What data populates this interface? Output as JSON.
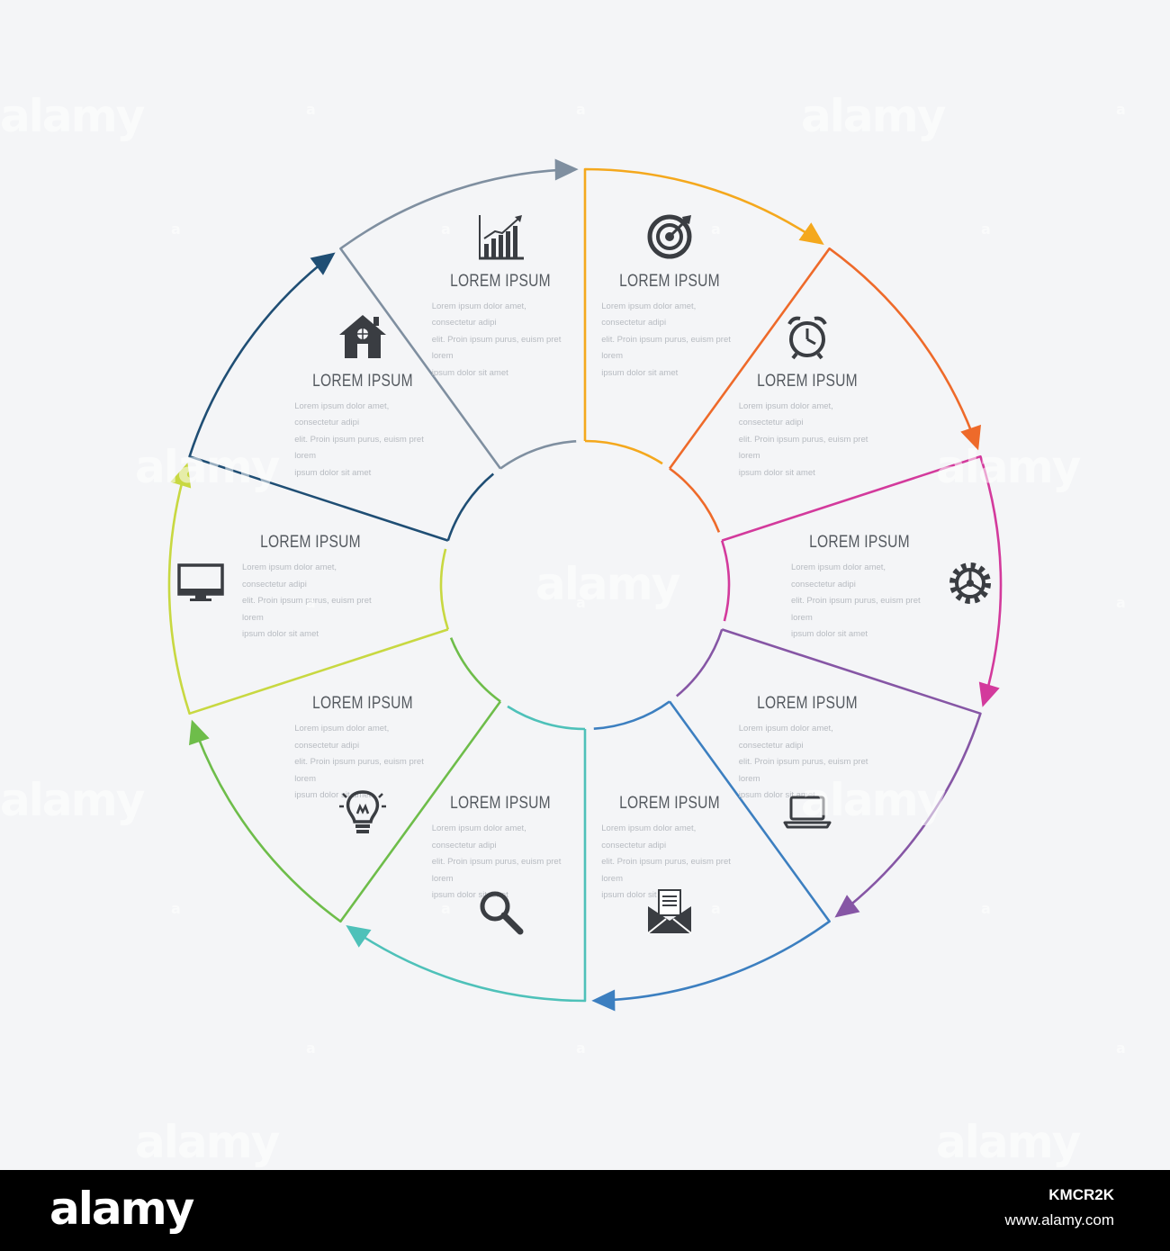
{
  "diagram": {
    "segments": [
      {
        "title": "LOREM IPSUM",
        "body": [
          "Lorem ipsum dolor amet, consectetur adipi",
          "elit. Proin ipsum purus, euism pret lorem",
          "ipsum dolor sit amet"
        ],
        "icon": "target-icon",
        "color": "#f4a81d"
      },
      {
        "title": "LOREM IPSUM",
        "body": [
          "Lorem ipsum dolor amet, consectetur adipi",
          "elit. Proin ipsum purus, euism pret lorem",
          "ipsum dolor sit amet"
        ],
        "icon": "alarm-clock-icon",
        "color": "#ee6a2a"
      },
      {
        "title": "LOREM IPSUM",
        "body": [
          "Lorem ipsum dolor amet, consectetur adipi",
          "elit. Proin ipsum purus, euism pret lorem",
          "ipsum dolor sit amet"
        ],
        "icon": "gear-icon",
        "color": "#d33a9c"
      },
      {
        "title": "LOREM IPSUM",
        "body": [
          "Lorem ipsum dolor amet, consectetur adipi",
          "elit. Proin ipsum purus, euism pret lorem",
          "ipsum dolor sit amet"
        ],
        "icon": "laptop-icon",
        "color": "#8656a5"
      },
      {
        "title": "LOREM IPSUM",
        "body": [
          "Lorem ipsum dolor amet, consectetur adipi",
          "elit. Proin ipsum purus, euism pret lorem",
          "ipsum dolor sit amet"
        ],
        "icon": "mail-icon",
        "color": "#3c7fc0"
      },
      {
        "title": "LOREM IPSUM",
        "body": [
          "Lorem ipsum dolor amet, consectetur adipi",
          "elit. Proin ipsum purus, euism pret lorem",
          "ipsum dolor sit amet"
        ],
        "icon": "magnifier-icon",
        "color": "#4ec1b9"
      },
      {
        "title": "LOREM IPSUM",
        "body": [
          "Lorem ipsum dolor amet, consectetur adipi",
          "elit. Proin ipsum purus, euism pret lorem",
          "ipsum dolor sit amet"
        ],
        "icon": "lightbulb-icon",
        "color": "#6ebd4a"
      },
      {
        "title": "LOREM IPSUM",
        "body": [
          "Lorem ipsum dolor amet, consectetur adipi",
          "elit. Proin ipsum purus, euism pret lorem",
          "ipsum dolor sit amet"
        ],
        "icon": "monitor-icon",
        "color": "#c8d841"
      },
      {
        "title": "LOREM IPSUM",
        "body": [
          "Lorem ipsum dolor amet, consectetur adipi",
          "elit. Proin ipsum purus, euism pret lorem",
          "ipsum dolor sit amet"
        ],
        "icon": "house-icon",
        "color": "#1f4e74"
      },
      {
        "title": "LOREM IPSUM",
        "body": [
          "Lorem ipsum dolor amet, consectetur adipi",
          "elit. Proin ipsum purus, euism pret lorem",
          "ipsum dolor sit amet"
        ],
        "icon": "bar-chart-icon",
        "color": "#7f8fa0"
      }
    ]
  },
  "icon_color": "#3a3d42",
  "watermark": {
    "text": "alamy",
    "small": "a"
  },
  "footer": {
    "logo": "alamy",
    "image_id": "KMCR2K",
    "url": "www.alamy.com"
  }
}
